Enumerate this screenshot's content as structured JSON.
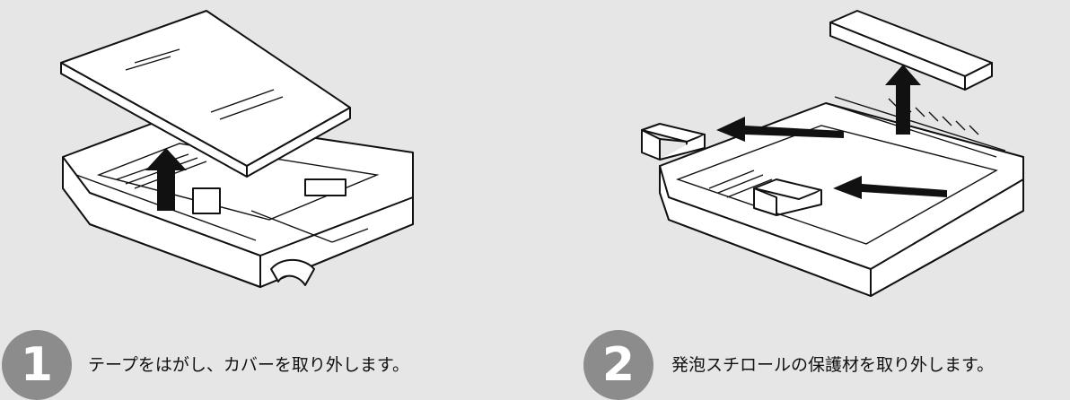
{
  "steps": [
    {
      "number": "1",
      "text": "テープをはがし、カバーを取り外します。"
    },
    {
      "number": "2",
      "text": "発泡スチロールの保護材を取り外します。"
    }
  ],
  "colors": {
    "background": "#e6e6e6",
    "step_circle": "#8c8c8c",
    "line": "#111111"
  },
  "icons": [
    "up-arrow-icon",
    "left-arrow-icon"
  ]
}
